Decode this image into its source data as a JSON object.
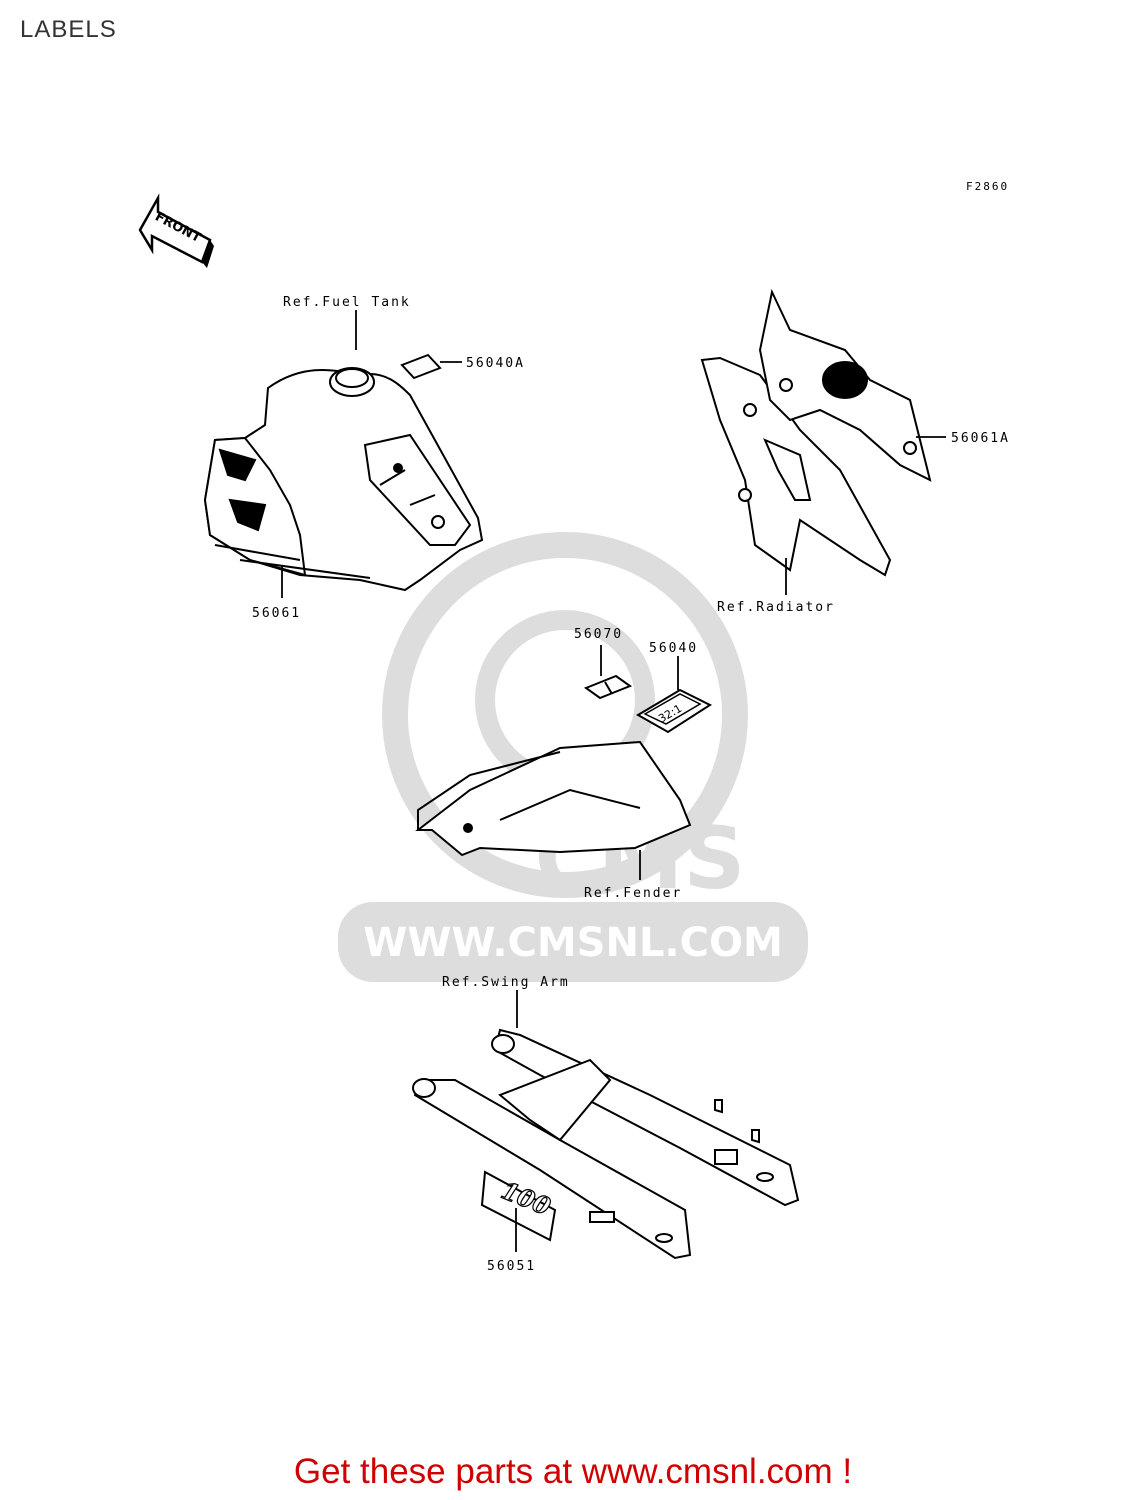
{
  "page_title": "LABELS",
  "figure_code": "F2860",
  "front_arrow_text": "FRONT",
  "watermark": {
    "logo_text": "CMS",
    "url_text": "WWW.CMSNL.COM"
  },
  "callouts": {
    "ref_fuel_tank": "Ref.Fuel Tank",
    "part_56040A": "56040A",
    "part_56061": "56061",
    "part_56061A": "56061A",
    "ref_radiator": "Ref.Radiator",
    "part_56070": "56070",
    "part_56040": "56040",
    "ref_fender": "Ref.Fender",
    "ref_swing_arm": "Ref.Swing Arm",
    "part_56051": "56051"
  },
  "decal_texts": {
    "fuel_decal": "32:1",
    "swing_arm_badge": "100"
  },
  "footer_text": "Get these parts at www.cmsnl.com !"
}
